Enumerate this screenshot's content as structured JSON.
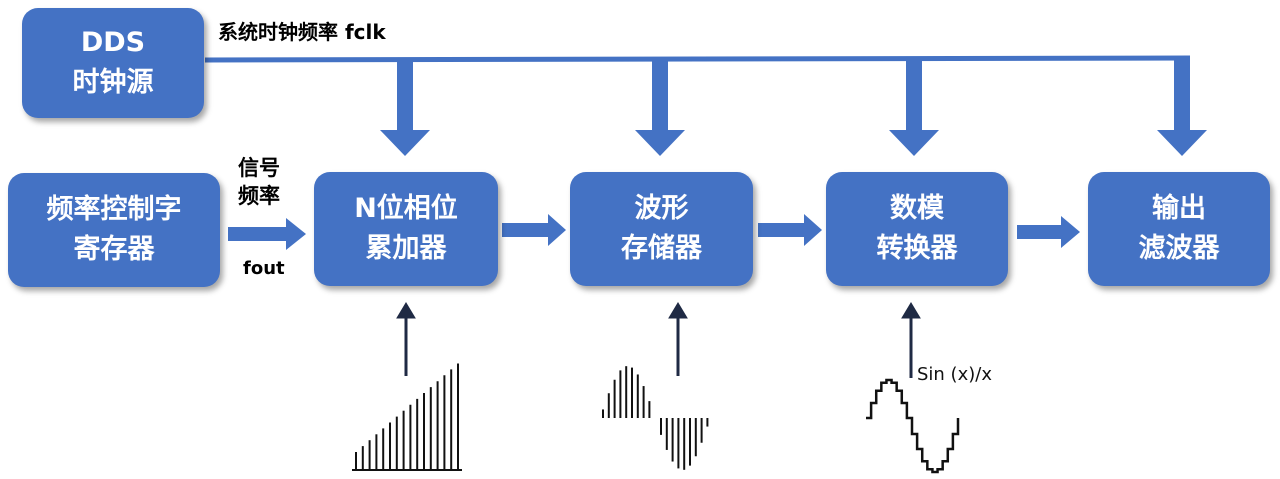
{
  "colors": {
    "box_fill": "#4472c4",
    "arrow": "#4472c4",
    "dark_arrow": "#1f2a44"
  },
  "blocks": {
    "dds_source": {
      "line1": "DDS",
      "line2": "时钟源"
    },
    "freq_control_register": {
      "line1": "频率控制字",
      "line2": "寄存器"
    },
    "phase_accumulator": {
      "line1": "N位相位",
      "line2": "累加器"
    },
    "waveform_memory": {
      "line1": "波形",
      "line2": "存储器"
    },
    "dac": {
      "line1": "数模",
      "line2": "转换器"
    },
    "output_filter": {
      "line1": "输出",
      "line2": "滤波器"
    }
  },
  "labels": {
    "system_clock": "系统时钟频率 fclk",
    "signal_freq_line1": "信号",
    "signal_freq_line2": "频率",
    "fout": "fout",
    "sinc": "Sin (x)/x"
  },
  "icons": {
    "ramp": "sawtooth-staircase-waveform",
    "sampled_sine": "sampled-sine-waveform",
    "stepped_sine": "stepped-sine-waveform"
  }
}
